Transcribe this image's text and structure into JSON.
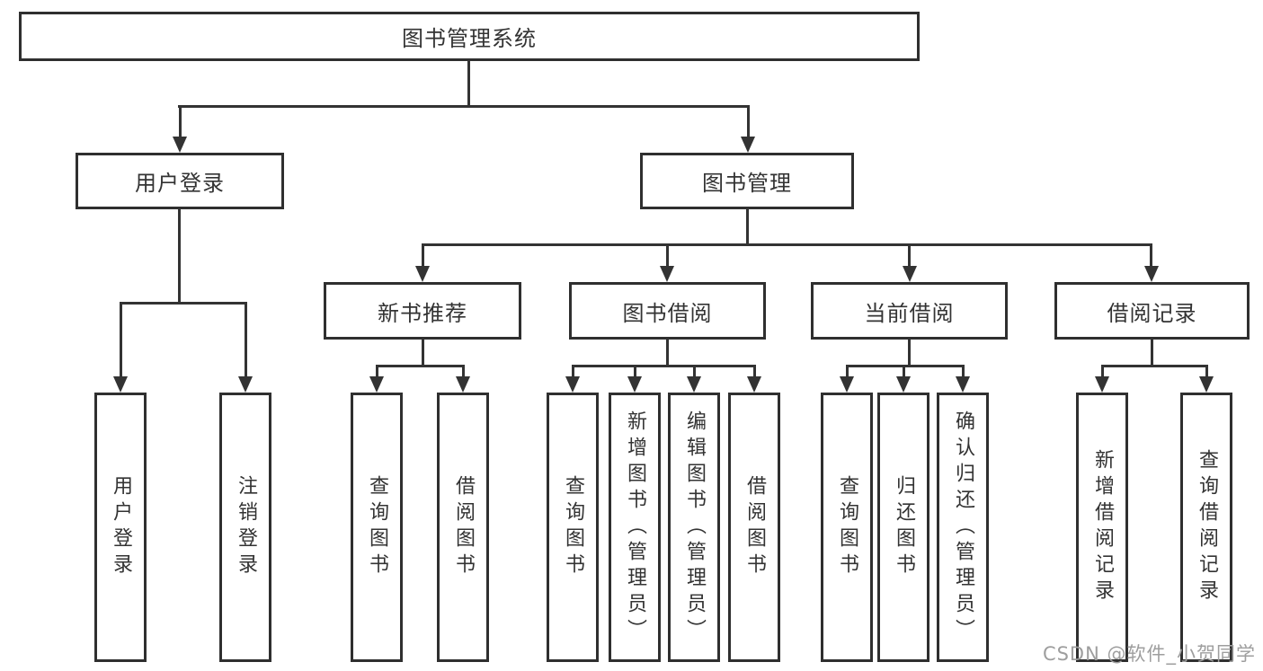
{
  "tree": {
    "label": "图书管理系统",
    "children": [
      {
        "label": "用户登录",
        "children": [
          {
            "label": "用户登录"
          },
          {
            "label": "注销登录"
          }
        ]
      },
      {
        "label": "图书管理",
        "children": [
          {
            "label": "新书推荐",
            "children": [
              {
                "label": "查询图书"
              },
              {
                "label": "借阅图书"
              }
            ]
          },
          {
            "label": "图书借阅",
            "children": [
              {
                "label": "查询图书"
              },
              {
                "label": "新增图书（管理员）"
              },
              {
                "label": "编辑图书（管理员）"
              },
              {
                "label": "借阅图书"
              }
            ]
          },
          {
            "label": "当前借阅",
            "children": [
              {
                "label": "查询图书"
              },
              {
                "label": "归还图书"
              },
              {
                "label": "确认归还（管理员）"
              }
            ]
          },
          {
            "label": "借阅记录",
            "children": [
              {
                "label": "新增借阅记录"
              },
              {
                "label": "查询借阅记录"
              }
            ]
          }
        ]
      }
    ]
  },
  "watermark": "CSDN @软件_小贺同学",
  "colors": {
    "background": "#ffffff",
    "line": "#333333",
    "box_border": "#2f2f2f",
    "text": "#333333",
    "watermark": "#9e9e9e"
  }
}
